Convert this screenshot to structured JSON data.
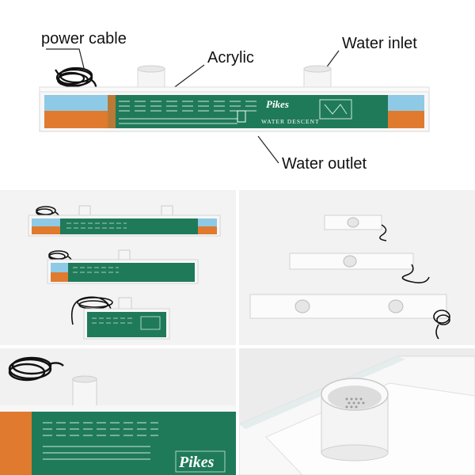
{
  "callouts": {
    "power_cable": "power cable",
    "acrylic": "Acrylic",
    "water_inlet": "Water inlet",
    "water_outlet": "Water outlet"
  },
  "product_label": {
    "brand": "Pikes",
    "subtitle": "WATER DESCENT"
  },
  "colors": {
    "green": "#1f7a5a",
    "orange": "#e07a2e",
    "light_blue": "#8ec9e6",
    "acrylic_white": "#f7f7f7",
    "cable": "#111111"
  }
}
